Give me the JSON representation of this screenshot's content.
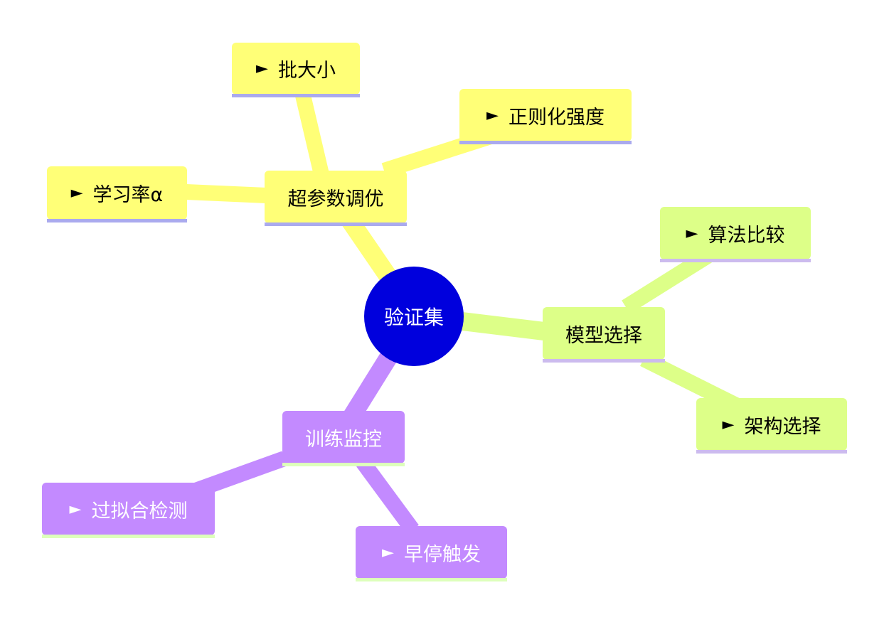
{
  "center": {
    "label": "验证集",
    "color": "#0000dd"
  },
  "branches": [
    {
      "label": "超参数调优",
      "color": "#ffff77",
      "children": [
        {
          "label": "批大小"
        },
        {
          "label": "正则化强度"
        },
        {
          "label": "学习率α"
        }
      ]
    },
    {
      "label": "模型选择",
      "color": "#ddff88",
      "children": [
        {
          "label": "算法比较"
        },
        {
          "label": "架构选择"
        }
      ]
    },
    {
      "label": "训练监控",
      "color": "#c38aff",
      "children": [
        {
          "label": "过拟合检测"
        },
        {
          "label": "早停触发"
        }
      ]
    }
  ],
  "leaf_marker": "►"
}
